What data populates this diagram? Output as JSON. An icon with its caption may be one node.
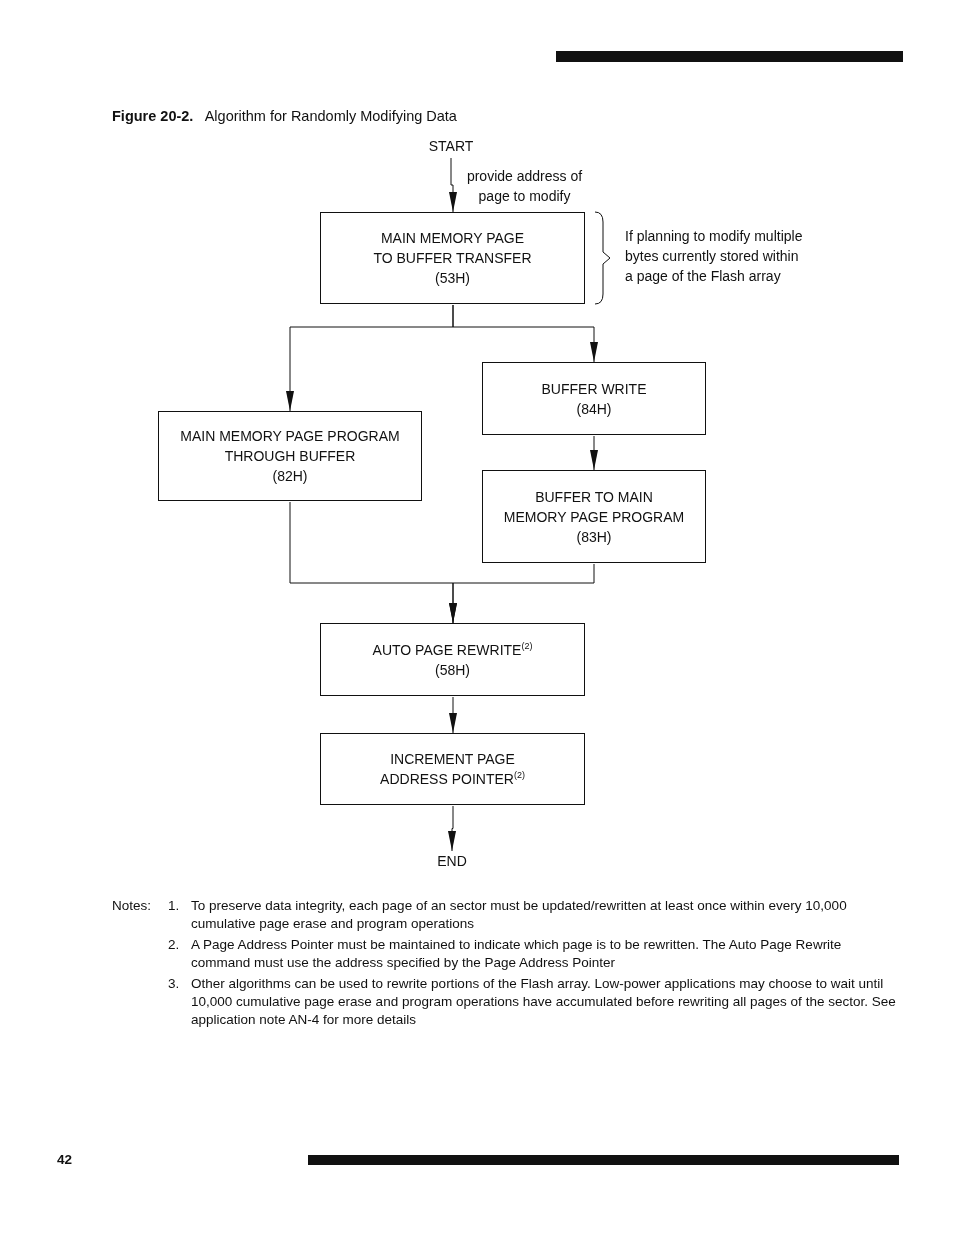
{
  "diagram": {
    "title": "**Figure 20-2.**   Algorithm for Randomly Modifying Data",
    "nodes": [
      {
        "text": [
          "START"
        ]
      },
      {
        "text": [
          "MAIN MEMORY PAGE TO BUFFER TRANSFER",
          "(53H)"
        ],
        "beside": [
          "If planning to modify multiple bytes currently stored within a page of the Flash array"
        ]
      },
      {
        "text": [
          "MAIN MEMORY PAGE PROGRAM THROUGH BUFFER",
          "(82H)"
        ]
      },
      {
        "text": [
          "BUFFER WRITE",
          "(84H)"
        ]
      },
      {
        "text": [
          "BUFFER TO MAIN MEMORY PAGE PROGRAM",
          "(83H)"
        ]
      },
      {
        "text": [
          "AUTO PAGE REWRITE$^{(2)}$",
          "(58H)"
        ]
      },
      {
        "text": [
          "INCREMENT PAGE ADDRESS POINTER$^{(2)}$"
        ]
      },
      {
        "text": [
          "END"
        ]
      }
    ],
    "edges": [
      {
        "from": 0,
        "to": 1,
        "arrow": "to",
        "label": "provide address of page to modify"
      },
      {
        "from": 1,
        "to": 2,
        "arrow": "to"
      },
      {
        "from": 1,
        "to": 3,
        "arrow": "to"
      },
      {
        "from": 3,
        "to": 4,
        "arrow": "to"
      },
      {
        "from": 2,
        "to": 5,
        "arrow": "to"
      },
      {
        "from": 4,
        "to": 5,
        "arrow": "to"
      },
      {
        "from": 5,
        "to": 6,
        "arrow": "to"
      },
      {
        "from": 6,
        "to": 7,
        "arrow": "to"
      }
    ],
    "labels": [
      "Notes:",
      "1.",
      "To preserve data integrity, each page of an sector must be updated/rewritten at least once within every 10,000 cumulative page erase and program operations",
      "2.",
      "A Page Address Pointer must be maintained to indicate which page is to be rewritten. The Auto Page Rewrite command must use the address specified by the Page Address Pointer",
      "3.",
      "Other algorithms can be used to rewrite portions of the Flash array. Low-power applications may choose to wait until 10,000 cumulative page erase and program operations have accumulated before rewriting all pages of the sector. See application note AN-4 for more details",
      "42"
    ]
  }
}
